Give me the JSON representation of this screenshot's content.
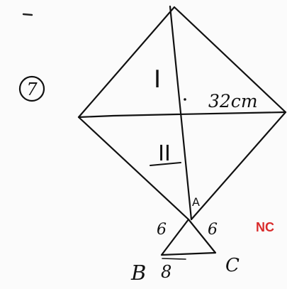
{
  "question_number": "7",
  "regions": {
    "upper": "I",
    "lower": "II"
  },
  "diagonal_label": "32cm",
  "vertices": {
    "a": "A",
    "b": "B",
    "c": "C"
  },
  "tail_measurements": {
    "left_side": "6",
    "right_side": "6",
    "base": "8"
  },
  "watermark": {
    "text": "NC",
    "color": "#d92b2b"
  }
}
